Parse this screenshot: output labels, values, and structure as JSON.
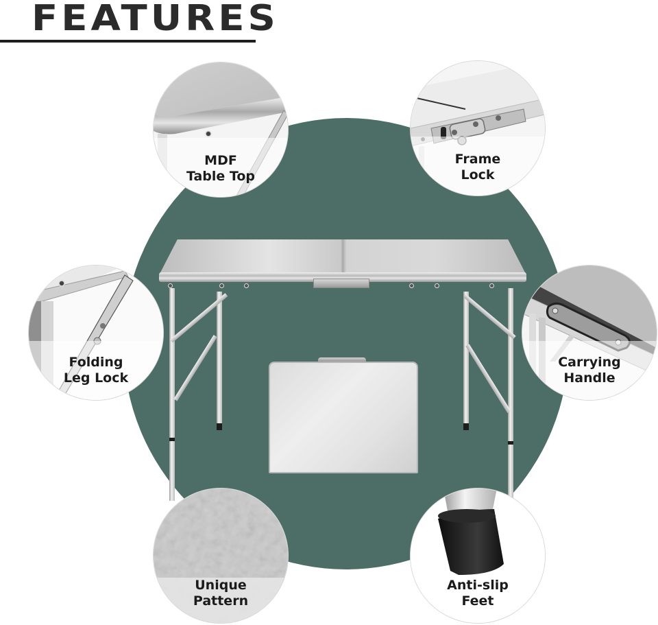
{
  "header": {
    "title": "FEATURES"
  },
  "colors": {
    "background": "#ffffff",
    "accent_circle": "#4c6e66",
    "title_text": "#2b2b2b",
    "label_text": "#1b1b1b"
  },
  "hero": {
    "subject": "folding-aluminum-table",
    "folded_case": "folded-table-case"
  },
  "features": [
    {
      "id": "mdf-table-top",
      "line1": "MDF",
      "line2": "Table Top",
      "icon": "table-corner-icon"
    },
    {
      "id": "frame-lock",
      "line1": "Frame",
      "line2": "Lock",
      "icon": "latch-lock-icon"
    },
    {
      "id": "folding-leg-lock",
      "line1": "Folding",
      "line2": "Leg Lock",
      "icon": "leg-brace-icon"
    },
    {
      "id": "carrying-handle",
      "line1": "Carrying",
      "line2": "Handle",
      "icon": "handle-icon"
    },
    {
      "id": "unique-pattern",
      "line1": "Unique",
      "line2": "Pattern",
      "icon": "texture-icon"
    },
    {
      "id": "anti-slip-feet",
      "line1": "Anti-slip",
      "line2": "Feet",
      "icon": "rubber-foot-icon"
    }
  ]
}
